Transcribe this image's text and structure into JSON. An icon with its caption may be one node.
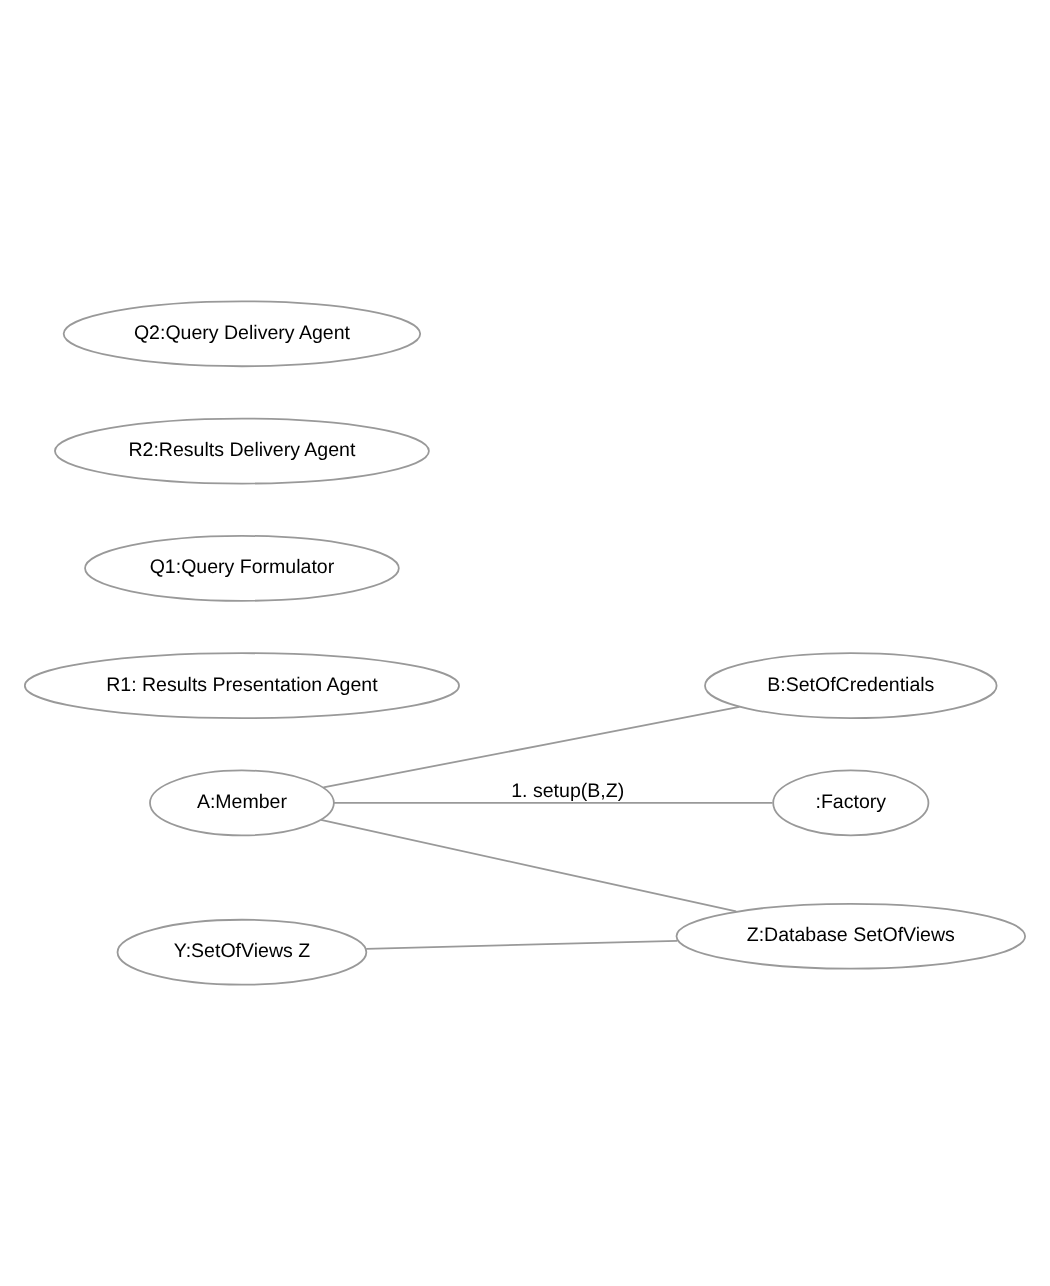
{
  "diagram": {
    "nodes": [
      {
        "text": [
          "A:Member"
        ]
      },
      {
        "text": [
          "B:SetOfCredentials"
        ]
      },
      {
        "text": [
          ":Factory"
        ]
      },
      {
        "text": [
          "R1: Results Presentation Agent"
        ]
      },
      {
        "text": [
          "Q1:Query Formulator"
        ]
      },
      {
        "text": [
          "R2:Results Delivery Agent"
        ]
      },
      {
        "text": [
          "Q2:Query Delivery Agent"
        ]
      },
      {
        "text": [
          "Y:SetOfViews Z"
        ]
      },
      {
        "text": [
          "Z:Database SetOfViews"
        ]
      }
    ],
    "edges": [
      {
        "from": 0,
        "to": 1,
        "arrow": "none"
      },
      {
        "from": 0,
        "to": 2,
        "arrow": "none",
        "label": "1. setup(B,Z)"
      },
      {
        "from": 0,
        "to": 8,
        "arrow": "none"
      },
      {
        "from": 7,
        "to": 8,
        "arrow": "none"
      }
    ]
  }
}
